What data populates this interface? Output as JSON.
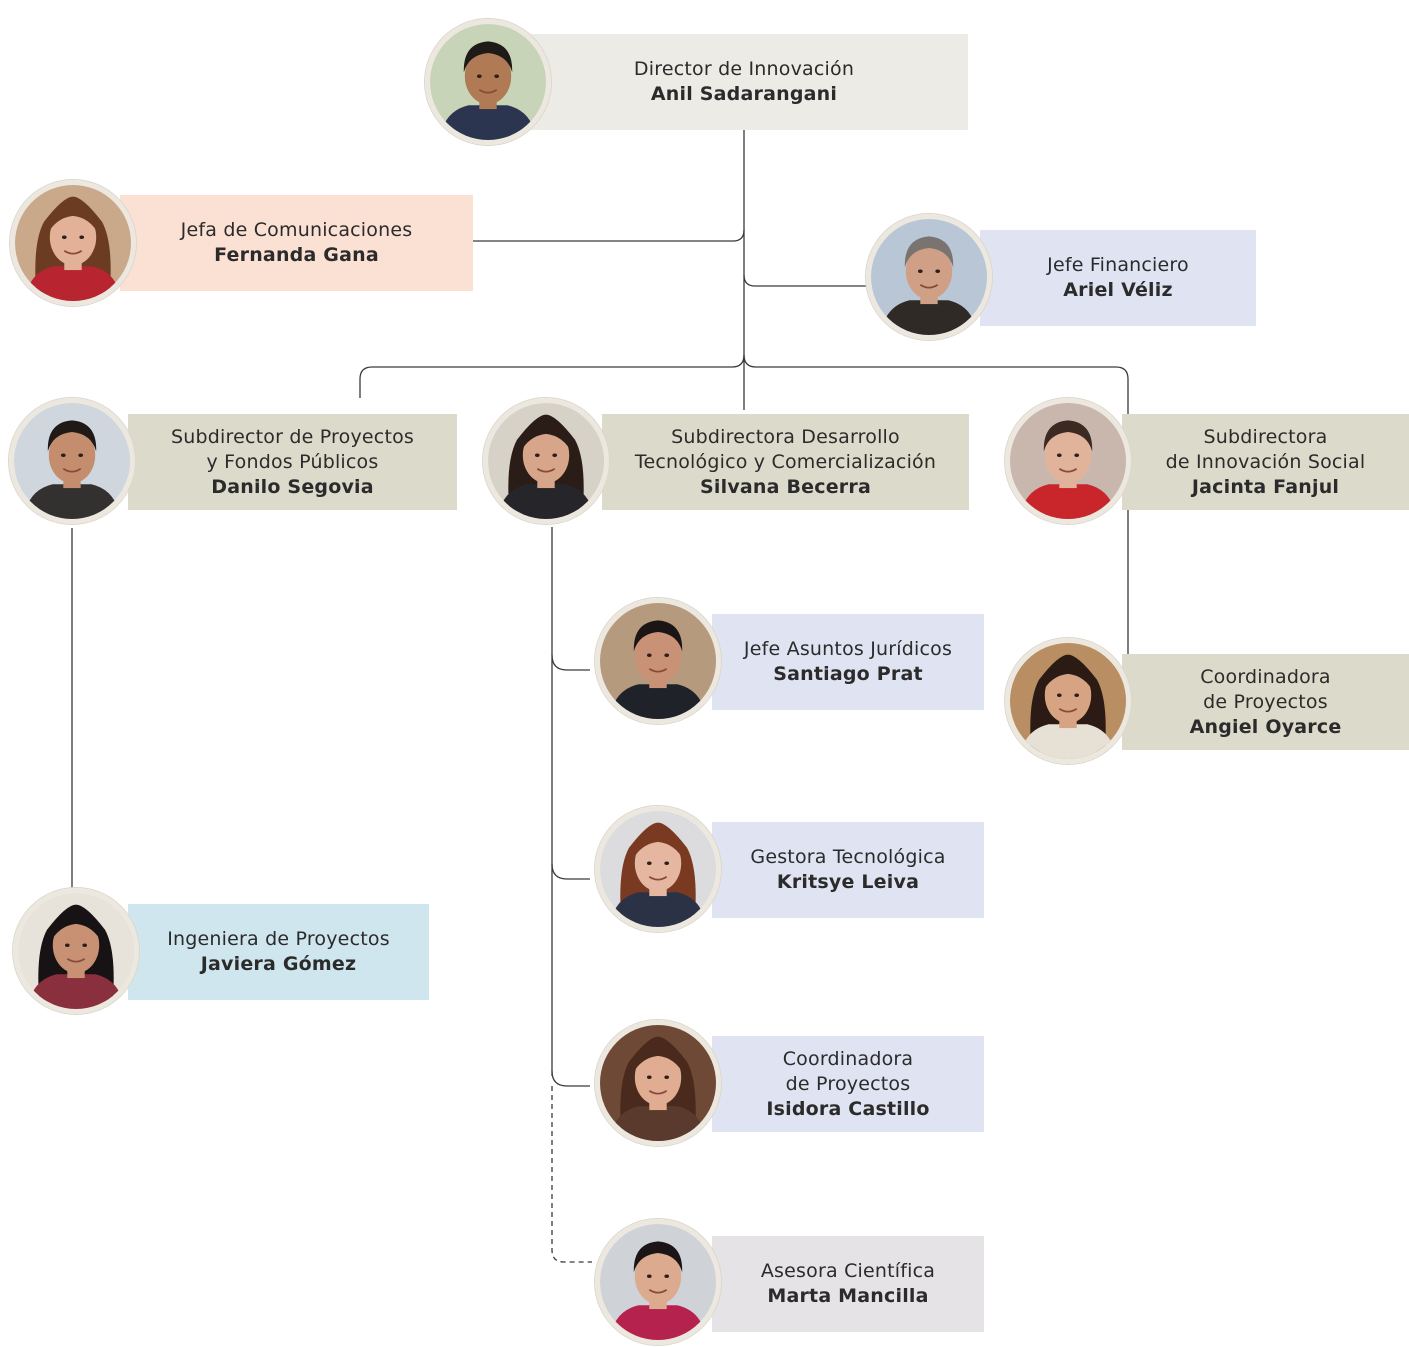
{
  "colors": {
    "gray": "#ecebe5",
    "peach": "#fbe0d4",
    "lavender": "#dfe3f2",
    "olive": "#dcdacb",
    "sky": "#cfe6ee",
    "silver": "#e5e3e5",
    "line": "#3a3a3a"
  },
  "people": {
    "director": {
      "role": "Director de Innovación",
      "name": "Anil Sadarangani",
      "photo": "portrait-icon"
    },
    "comunicaciones": {
      "role": "Jefa de Comunicaciones",
      "name": "Fernanda Gana",
      "photo": "portrait-icon"
    },
    "financiero": {
      "role": "Jefe Financiero",
      "name": "Ariel Véliz",
      "photo": "portrait-icon"
    },
    "proyectos": {
      "role": "Subdirector de Proyectos\ny Fondos Públicos",
      "name": "Danilo Segovia",
      "photo": "portrait-icon"
    },
    "desarrollo": {
      "role": "Subdirectora Desarrollo\nTecnológico y Comercialización",
      "name": "Silvana Becerra",
      "photo": "portrait-icon"
    },
    "social": {
      "role": "Subdirectora\nde Innovación Social",
      "name": "Jacinta Fanjul",
      "photo": "portrait-icon"
    },
    "juridicos": {
      "role": "Jefe Asuntos Jurídicos",
      "name": "Santiago Prat",
      "photo": "portrait-icon"
    },
    "coord_social": {
      "role": "Coordinadora\nde Proyectos",
      "name": "Angiel Oyarce",
      "photo": "portrait-icon"
    },
    "gestora": {
      "role": "Gestora Tecnológica",
      "name": "Kritsye Leiva",
      "photo": "portrait-icon"
    },
    "ingeniera": {
      "role": "Ingeniera de Proyectos",
      "name": "Javiera Gómez",
      "photo": "portrait-icon"
    },
    "coord_desarrollo": {
      "role": "Coordinadora\nde Proyectos",
      "name": "Isidora Castillo",
      "photo": "portrait-icon"
    },
    "asesora": {
      "role": "Asesora Científica",
      "name": "Marta Mancilla",
      "photo": "portrait-icon"
    }
  }
}
